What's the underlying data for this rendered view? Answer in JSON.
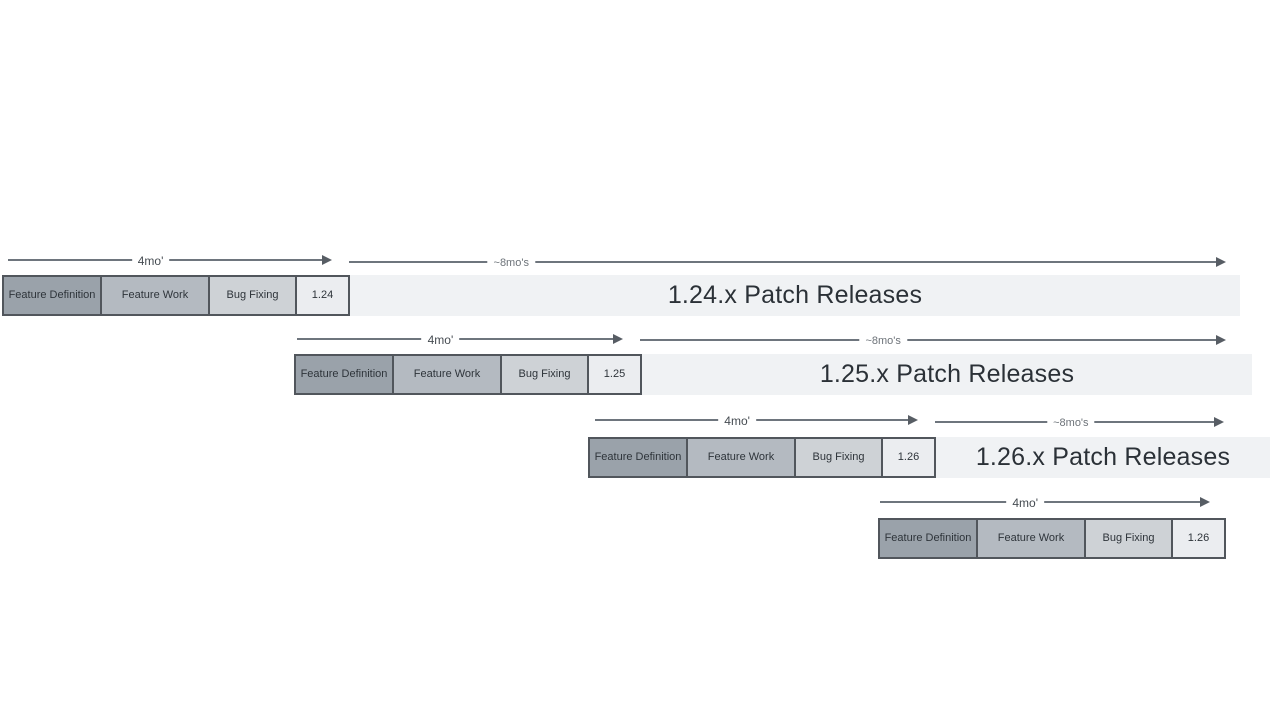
{
  "diagram": {
    "phase_labels": [
      "Feature Definition",
      "Feature Work",
      "Bug Fixing"
    ],
    "cycles": [
      {
        "version": "1.24",
        "dev_duration": "4mo'",
        "patch_duration": "~8mo's",
        "patch_label": "1.24.x Patch Releases"
      },
      {
        "version": "1.25",
        "dev_duration": "4mo'",
        "patch_duration": "~8mo's",
        "patch_label": "1.25.x Patch Releases"
      },
      {
        "version": "1.26",
        "dev_duration": "4mo'",
        "patch_duration": "~8mo's",
        "patch_label": "1.26.x Patch Releases"
      },
      {
        "version": "1.26",
        "dev_duration": "4mo'"
      }
    ],
    "colors": {
      "feature_definition_box": "#9aa2aa",
      "feature_work_box": "#b4bac1",
      "bug_fixing_box": "#ced2d6",
      "version_box": "#ebedf0",
      "patch_bar": "#f0f2f4",
      "box_border": "#51565c",
      "arrow": "#6e757d"
    }
  }
}
